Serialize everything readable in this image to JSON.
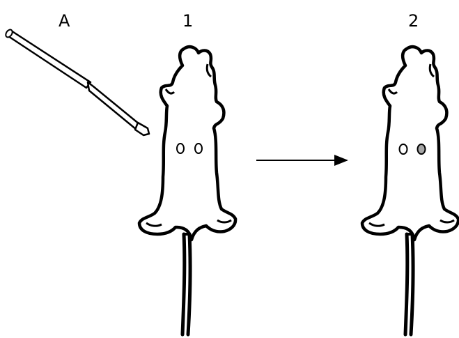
{
  "panel_label": "A",
  "steps": [
    {
      "label": "1",
      "marks_filled": [
        false,
        false
      ]
    },
    {
      "label": "2",
      "marks_filled": [
        false,
        true
      ]
    }
  ],
  "colors": {
    "stroke": "#000000",
    "background": "#ffffff",
    "mark_fill": "#a6a6a6"
  },
  "icons": {
    "tool": "screwdriver-icon",
    "subject": "mouse-icon",
    "transition": "arrow-right-icon"
  }
}
